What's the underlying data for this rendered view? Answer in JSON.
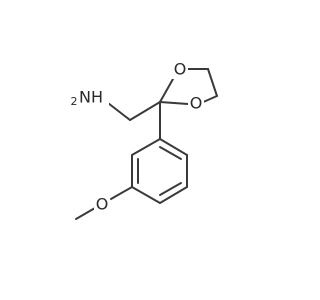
{
  "molecule": {
    "labels": {
      "amine": "NH",
      "amine_h_count": "2",
      "dioxolane_o_top": "O",
      "dioxolane_o_right": "O",
      "methoxy_o": "O"
    }
  }
}
